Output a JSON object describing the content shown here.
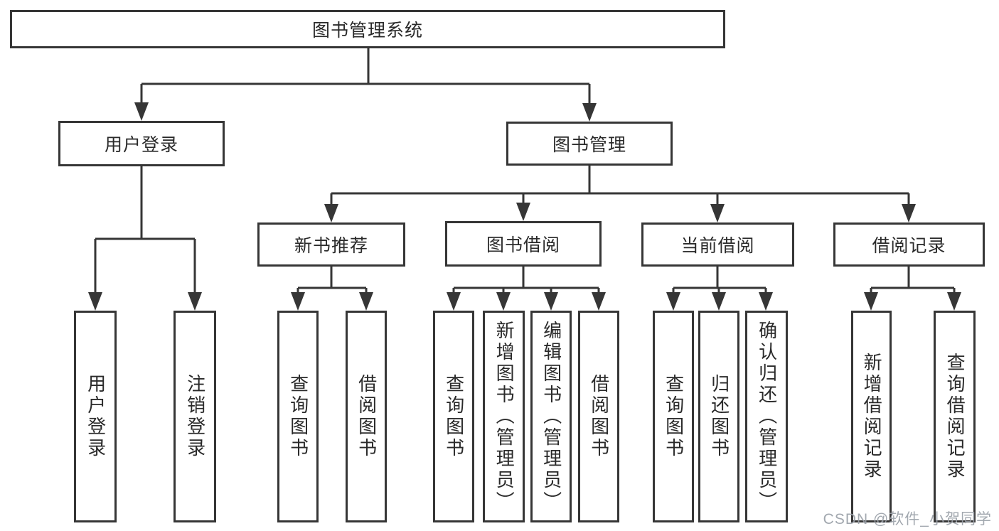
{
  "colors": {
    "line": "#363636",
    "text": "#2a2a2a",
    "background": "#ffffff",
    "watermark": "#9ba1a9"
  },
  "watermark": {
    "text": "CSDN @软件_小贺同学"
  },
  "tree": {
    "label": "图书管理系统",
    "children": [
      {
        "label": "用户登录",
        "children": [
          {
            "label": "用户登录"
          },
          {
            "label": "注销登录"
          }
        ]
      },
      {
        "label": "图书管理",
        "children": [
          {
            "label": "新书推荐",
            "children": [
              {
                "label": "查询图书"
              },
              {
                "label": "借阅图书"
              }
            ]
          },
          {
            "label": "图书借阅",
            "children": [
              {
                "label": "查询图书"
              },
              {
                "label": "新增图书（管理员）"
              },
              {
                "label": "编辑图书（管理员）"
              },
              {
                "label": "借阅图书"
              }
            ]
          },
          {
            "label": "当前借阅",
            "children": [
              {
                "label": "查询图书"
              },
              {
                "label": "归还图书"
              },
              {
                "label": "确认归还（管理员）"
              }
            ]
          },
          {
            "label": "借阅记录",
            "children": [
              {
                "label": "新增借阅记录"
              },
              {
                "label": "查询借阅记录"
              }
            ]
          }
        ]
      }
    ]
  }
}
